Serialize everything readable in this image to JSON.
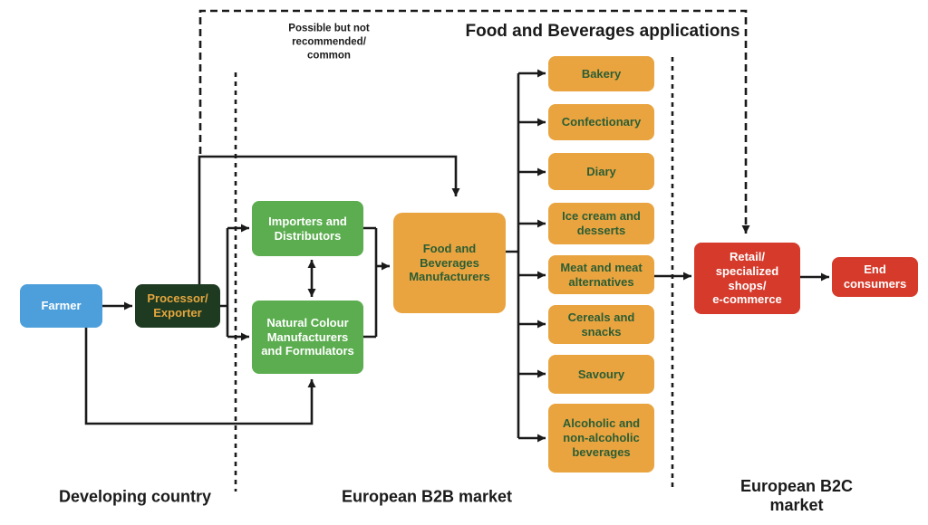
{
  "title": "Food and Beverages applications",
  "note": "Possible but not\nrecommended/\ncommon",
  "sections": {
    "developing": "Developing country",
    "b2b": "European B2B market",
    "b2c": "European B2C market"
  },
  "nodes": {
    "farmer": "Farmer",
    "processor": "Processor/\nExporter",
    "importers": "Importers and\nDistributors",
    "colour_manufacturers": "Natural Colour\nManufacturers\nand Formulators",
    "fb_manufacturers": "Food and\nBeverages\nManufacturers",
    "retail": "Retail/\nspecialized\nshops/\ne-commerce",
    "end_consumers": "End\nconsumers"
  },
  "applications": [
    "Bakery",
    "Confectionary",
    "Diary",
    "Ice cream and\ndesserts",
    "Meat and meat\nalternatives",
    "Cereals and\nsnacks",
    "Savoury",
    "Alcoholic and\nnon-alcoholic\nbeverages"
  ],
  "colors": {
    "farmer_blue": "#4D9FDB",
    "processor_dark_green": "#1E3B22",
    "processor_text_gold": "#E5A63E",
    "supplier_green": "#5BAD4F",
    "application_orange": "#E9A440",
    "application_text_green": "#2B5D33",
    "retail_red": "#D53A2B",
    "line_black": "#1A1A1A"
  }
}
